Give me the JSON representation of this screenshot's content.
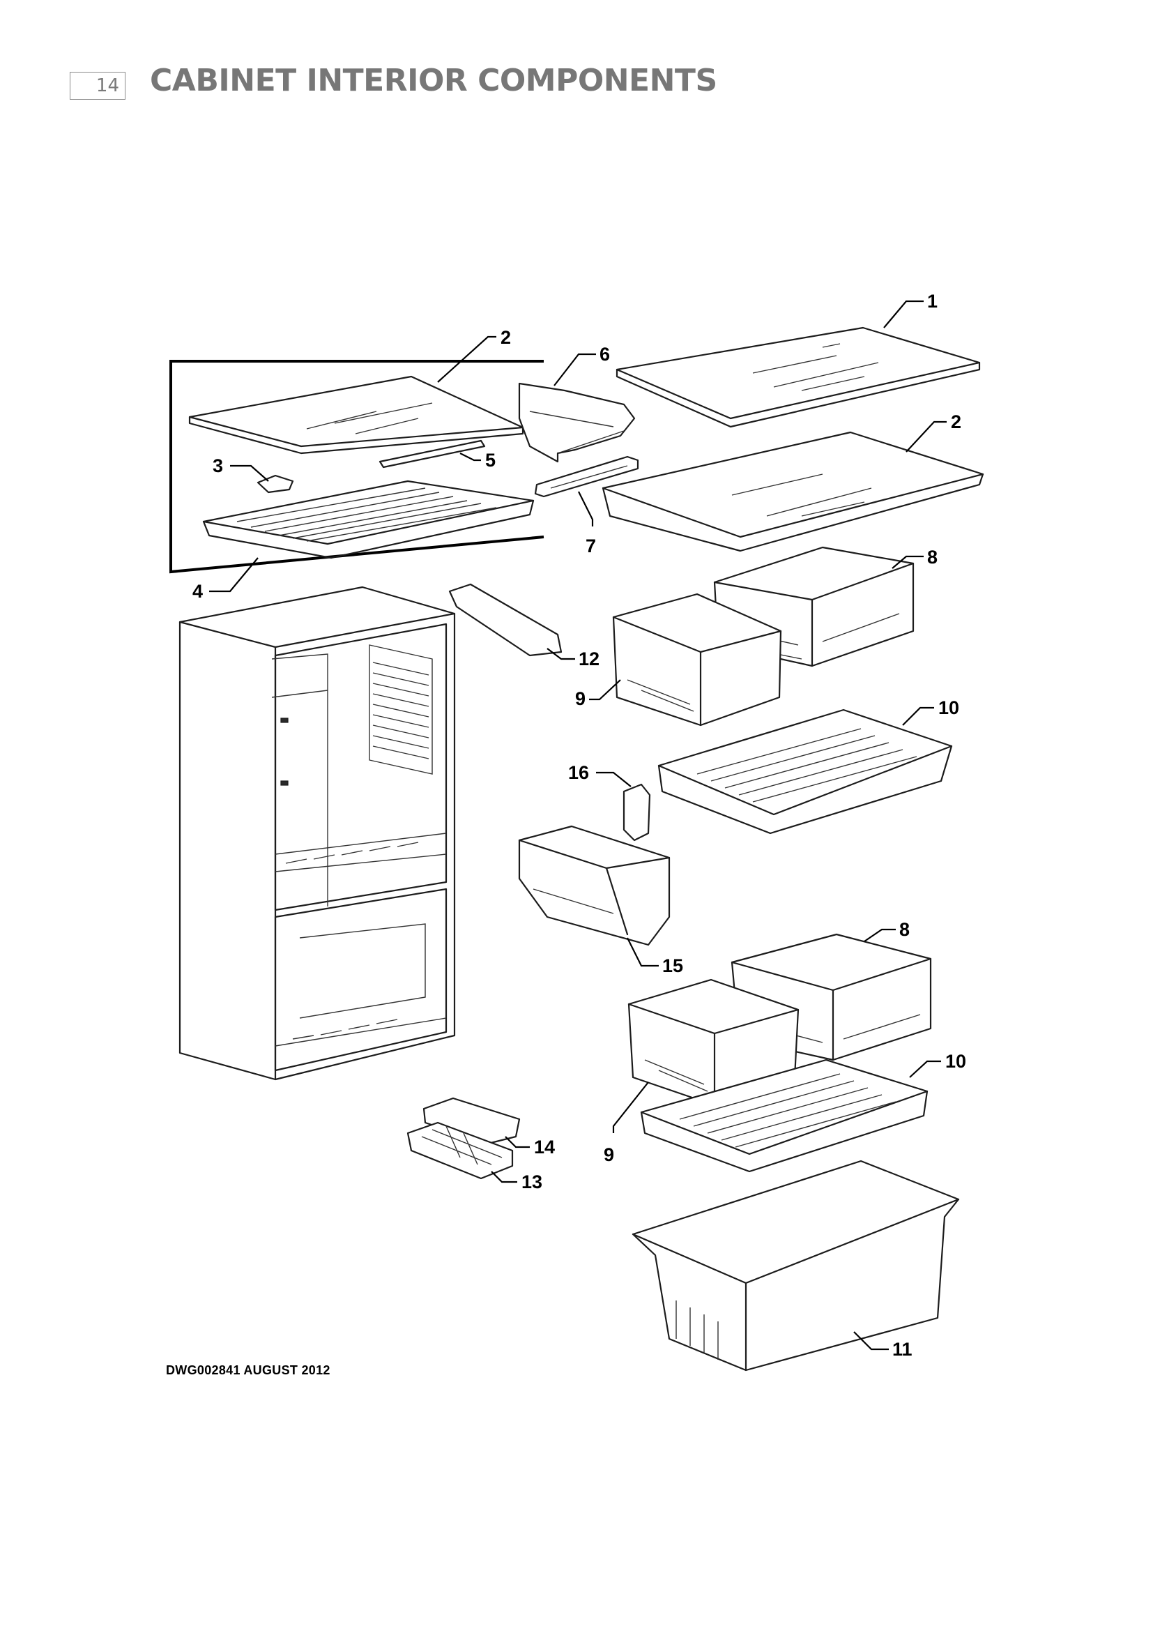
{
  "header": {
    "page_number": "14",
    "title": "CABINET INTERIOR COMPONENTS"
  },
  "footer": {
    "drawing_code": "DWG002841   AUGUST 2012"
  },
  "callouts": {
    "c1": "1",
    "c2a": "2",
    "c2b": "2",
    "c3": "3",
    "c4": "4",
    "c5": "5",
    "c6": "6",
    "c7": "7",
    "c8a": "8",
    "c8b": "8",
    "c9a": "9",
    "c9b": "9",
    "c10a": "10",
    "c10b": "10",
    "c11": "11",
    "c12": "12",
    "c13": "13",
    "c14": "14",
    "c15": "15",
    "c16": "16"
  }
}
